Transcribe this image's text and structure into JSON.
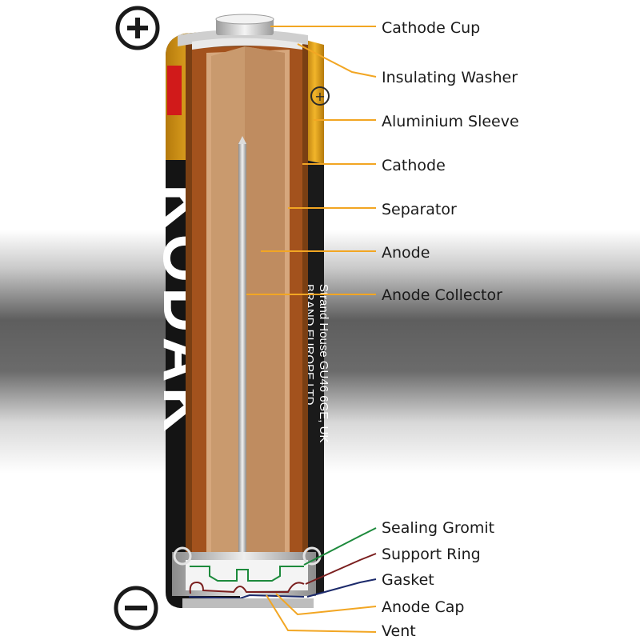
{
  "terminals": {
    "positive": "+",
    "negative": "−"
  },
  "casing": {
    "brand": "KODAK",
    "address_line1": "BRAND EUROPE LTD",
    "address_line2": "Strand House GU46 6GE, UK"
  },
  "labels": [
    {
      "id": "cathode-cup",
      "text": "Cathode Cup"
    },
    {
      "id": "insulating-washer",
      "text": "Insulating Washer"
    },
    {
      "id": "aluminium-sleeve",
      "text": "Aluminium Sleeve"
    },
    {
      "id": "cathode",
      "text": "Cathode"
    },
    {
      "id": "separator",
      "text": "Separator"
    },
    {
      "id": "anode",
      "text": "Anode"
    },
    {
      "id": "anode-collector",
      "text": "Anode Collector"
    },
    {
      "id": "sealing-gromit",
      "text": "Sealing Gromit"
    },
    {
      "id": "support-ring",
      "text": "Support Ring"
    },
    {
      "id": "gasket",
      "text": "Gasket"
    },
    {
      "id": "anode-cap",
      "text": "Anode Cap"
    },
    {
      "id": "vent",
      "text": "Vent"
    }
  ],
  "colors": {
    "leader_orange": "#f2a623",
    "leader_green": "#1d8a3c",
    "leader_darkred": "#7a1e1e",
    "leader_navy": "#1c2a6b",
    "casing_gold": "#e8a514",
    "cathode_brown": "#a3521d",
    "anode_tan": "#c99a6e"
  }
}
